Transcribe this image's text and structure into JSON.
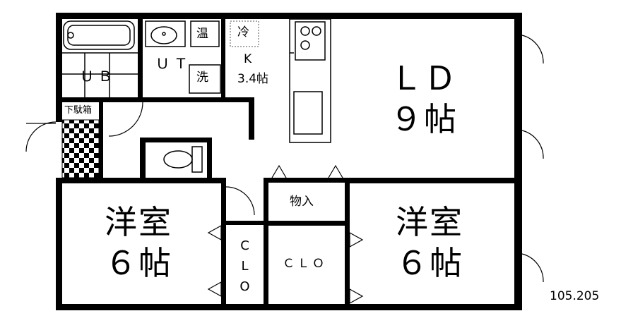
{
  "rooms": {
    "ld": {
      "name": "ＬＤ",
      "size": "９帖"
    },
    "west_bedroom": {
      "name": "洋室",
      "size": "６帖"
    },
    "east_bedroom": {
      "name": "洋室",
      "size": "６帖"
    },
    "kitchen": {
      "name": "K",
      "size": "3.4帖"
    },
    "bath": {
      "name": "ＵＢ"
    },
    "utility": {
      "name": "ＵＴ"
    },
    "storage": {
      "name": "物入"
    },
    "closet_narrow": {
      "name": "CLO"
    },
    "closet_wide": {
      "name": "ＣＬＯ"
    },
    "shoe_box": {
      "name": "下駄箱"
    }
  },
  "fixtures": {
    "water_heater": "温",
    "washer": "洗",
    "fridge": "冷"
  },
  "area_note": "105.205",
  "colors": {
    "wall": "#000000",
    "checker": "#000000",
    "background": "#ffffff"
  }
}
